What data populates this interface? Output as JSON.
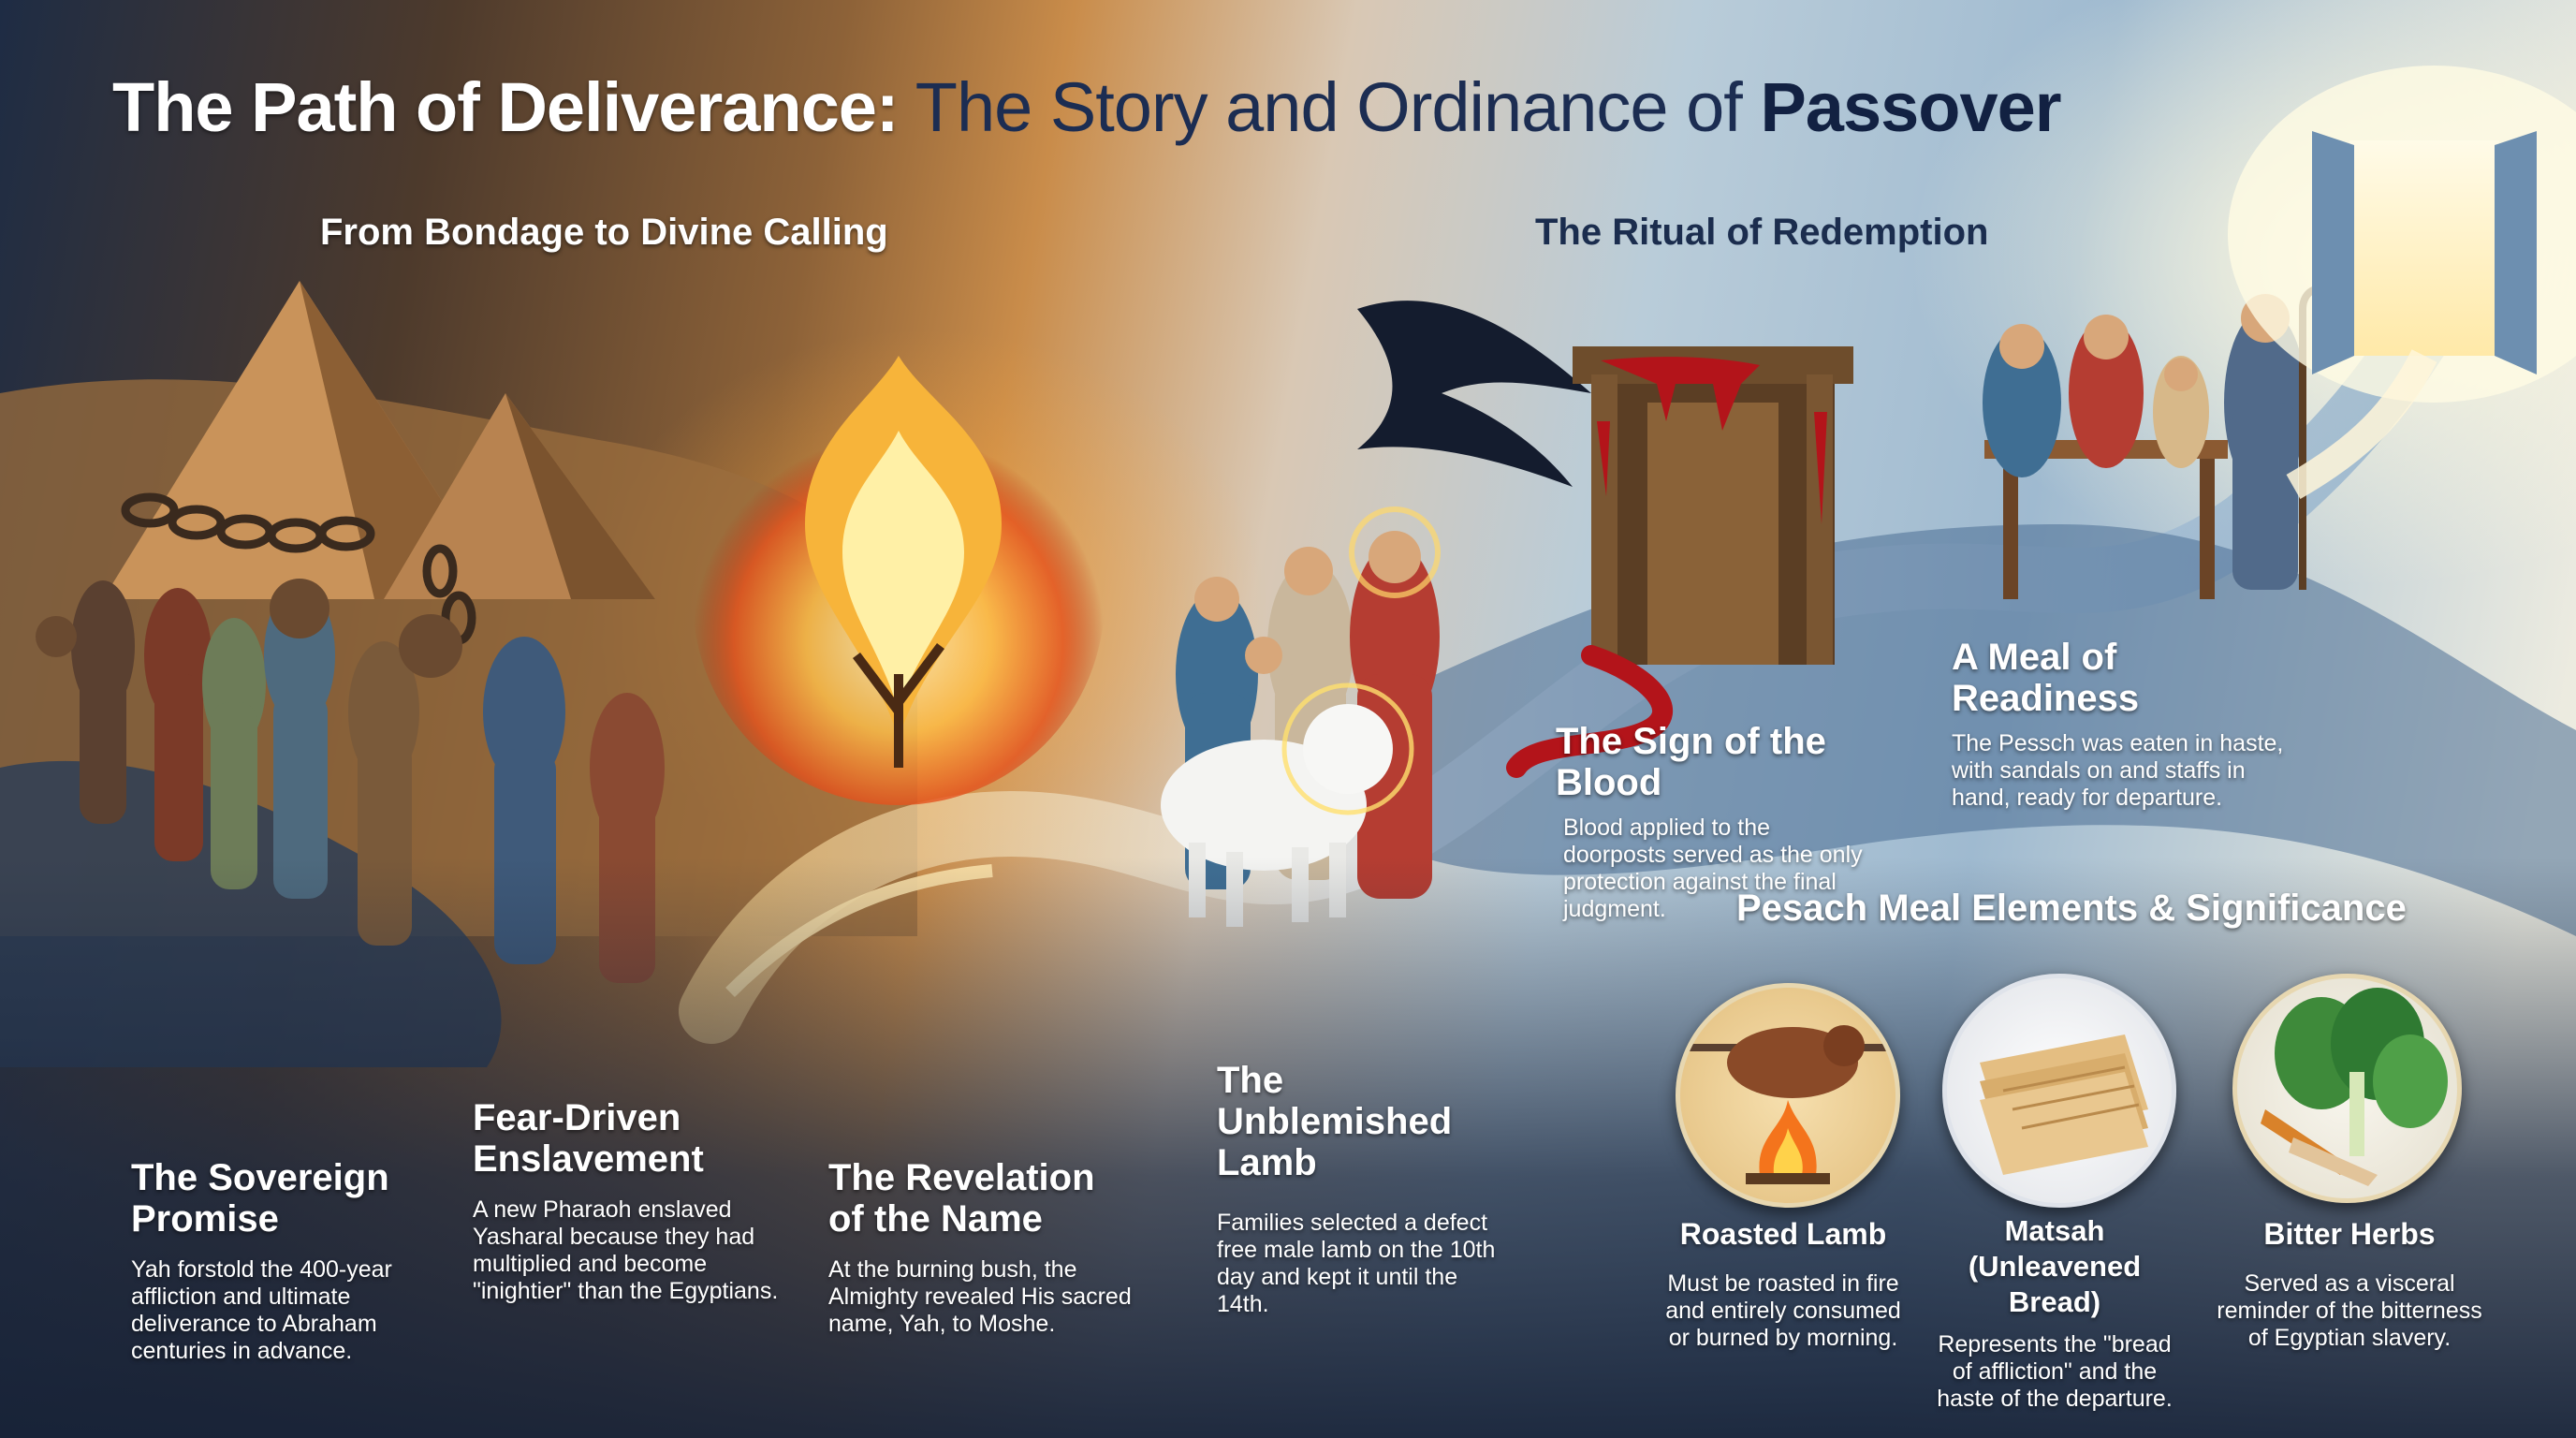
{
  "title": {
    "part1": "The Path of Deliverance:",
    "part2": " The Story and Ordinance of ",
    "part3": "Passover"
  },
  "sections": {
    "left": "From Bondage to Divine Calling",
    "right": "The Ritual of Redemption",
    "meal": "Pesach Meal Elements & Significance"
  },
  "steps": [
    {
      "title": "The Sovereign Promise",
      "body": "Yah forstold the 400-year affliction and ultimate deliverance to Abraham centuries in advance."
    },
    {
      "title": "Fear-Driven Enslavement",
      "body": "A new Pharaoh enslaved Yasharal because they had multiplied and become \"inightier\" than the Egyptians."
    },
    {
      "title": "The Revelation of the Name",
      "body": "At the burning bush, the Almighty revealed His sacred name, Yah, to Moshe."
    },
    {
      "title": "The Unblemished Lamb",
      "body": "Families selected a defect free male lamb on the 10th day and kept it until the 14th."
    },
    {
      "title": "The Sign of the Blood",
      "body": "Blood applied to the doorposts served as the only protection against the final judgment."
    },
    {
      "title": "A Meal of Readiness",
      "body": "The Pessch was eaten in haste, with sandals on and staffs in hand, ready for departure."
    }
  ],
  "meal_items": [
    {
      "title": "Roasted Lamb",
      "body": "Must be roasted in fire and entirely consumed or burned by morning."
    },
    {
      "title": "Matsah (Unleavened Bread)",
      "body": "Represents the \"bread of affliction\" and the haste of the departure."
    },
    {
      "title": "Bitter Herbs",
      "body": "Served as a visceral reminder of the bitterness of Egyptian slavery."
    }
  ],
  "colors": {
    "title_dark": "#1c2d52",
    "blood": "#b3141a",
    "flame": "#f59a2a"
  }
}
